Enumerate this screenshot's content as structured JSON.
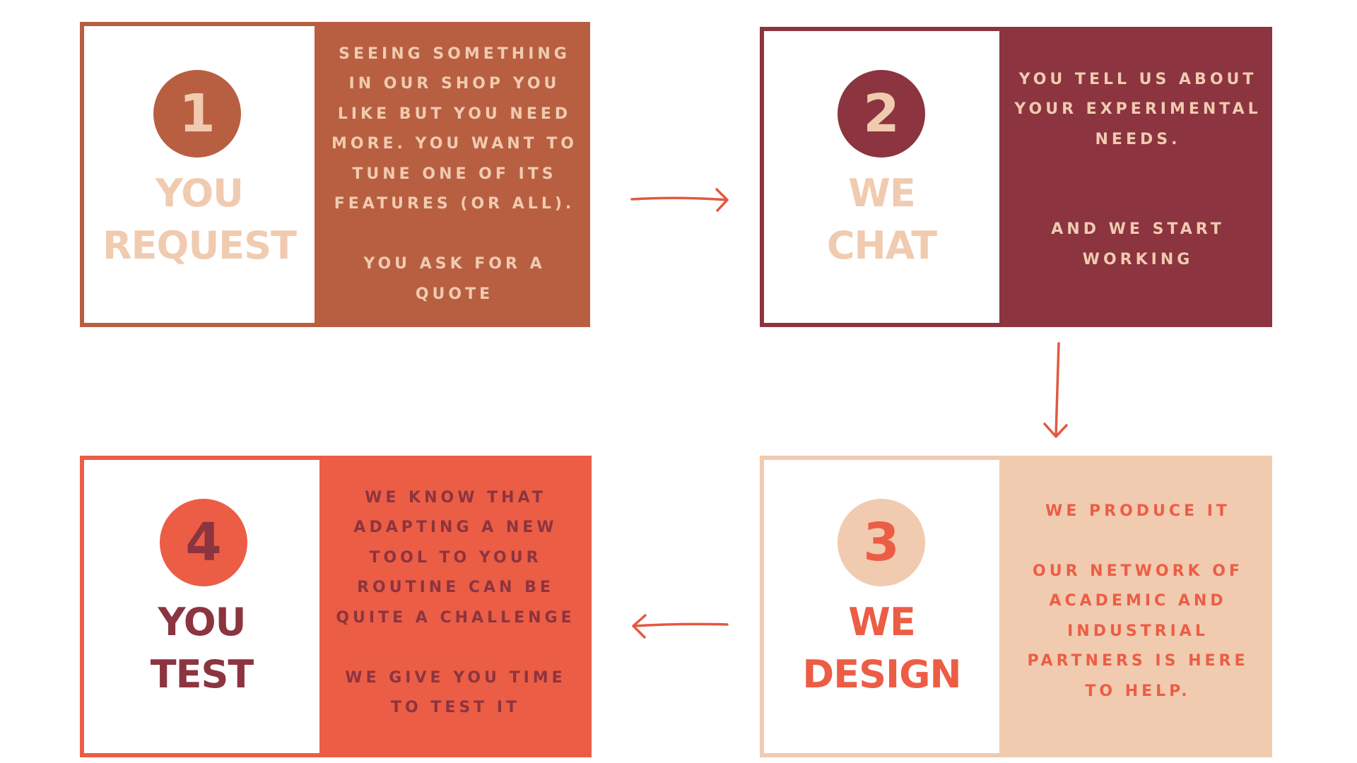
{
  "steps": [
    {
      "number": "1",
      "title_line1": "YOU",
      "title_line2": "REQUEST",
      "description": "SEEING SOMETHING\nIN OUR SHOP YOU\nLIKE BUT YOU NEED\nMORE. YOU WANT TO\nTUNE ONE OF ITS\nFEATURES (OR ALL).\n\nYOU ASK FOR A\nQUOTE"
    },
    {
      "number": "2",
      "title_line1": "WE",
      "title_line2": "CHAT",
      "description": "YOU TELL US ABOUT\nYOUR EXPERIMENTAL\nNEEDS.\n\n\nAND WE START\nWORKING"
    },
    {
      "number": "3",
      "title_line1": "WE",
      "title_line2": "DESIGN",
      "description": "WE PRODUCE IT\n\nOUR NETWORK OF\nACADEMIC AND\nINDUSTRIAL\nPARTNERS IS HERE\nTO HELP."
    },
    {
      "number": "4",
      "title_line1": "YOU",
      "title_line2": "TEST",
      "description": "WE KNOW THAT\nADAPTING A NEW\nTOOL TO YOUR\nROUTINE CAN BE\nQUITE A CHALLENGE\n\nWE GIVE YOU TIME\nTO TEST IT"
    }
  ],
  "colors": {
    "step1": "#b85f41",
    "step2": "#8c343f",
    "step3": "#f0cbb0",
    "step4": "#ec5d45",
    "arrow": "#e25840",
    "title_light": "#f0cbb0",
    "title_dark": "#8c343f",
    "title_red": "#ec5d45"
  }
}
